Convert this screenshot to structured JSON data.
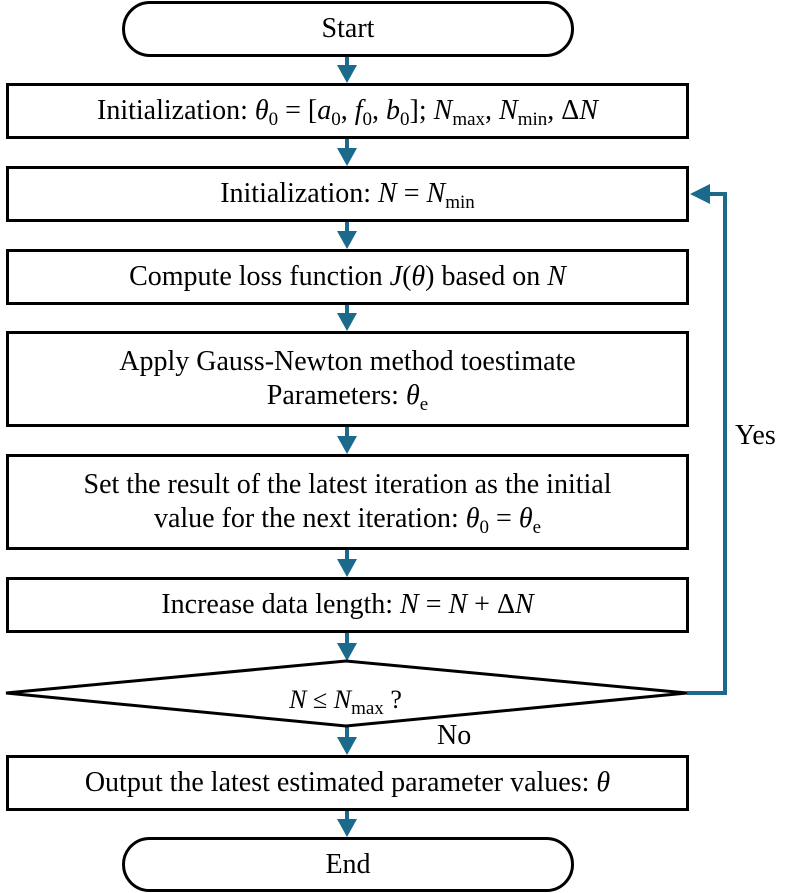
{
  "diagram": {
    "colors": {
      "arrow": "#1b6a8c",
      "border": "#000000"
    },
    "nodes": {
      "start": {
        "label": "Start"
      },
      "init_params": {
        "prefix": "Initialization: ",
        "theta": "θ",
        "theta_sub": "0",
        "eq": " = [",
        "a": "a",
        "a_sub": "0",
        "sep1": ", ",
        "f": "f",
        "f_sub": "0",
        "sep2": ", ",
        "b": "b",
        "b_sub": "0",
        "close": "]; ",
        "N1": "N",
        "N1_sub": "max",
        "sep3": ", ",
        "N2": "N",
        "N2_sub": "min",
        "sep4": ", ",
        "delta": "Δ",
        "N3": "N"
      },
      "init_n": {
        "prefix": "Initialization: ",
        "N": "N",
        "eq": " = ",
        "N2": "N",
        "N2_sub": "min"
      },
      "compute_loss": {
        "prefix": "Compute loss function ",
        "J": "J",
        "open": "(",
        "theta": "θ",
        "close": ") based on ",
        "N": "N"
      },
      "gauss_newton": {
        "line1": "Apply Gauss-Newton method toestimate",
        "line2_prefix": "Parameters: ",
        "theta": "θ",
        "theta_sub": "e"
      },
      "set_result": {
        "line1": "Set the result of the latest  iteration as the initial",
        "line2_prefix": "value for the next iteration: ",
        "theta": "θ",
        "theta_sub": "0",
        "eq": " = ",
        "theta2": "θ",
        "theta2_sub": "e"
      },
      "increase": {
        "prefix": "Increase data length: ",
        "N": "N",
        "eq": " = ",
        "N2": "N",
        "plus": " + Δ",
        "N3": "N"
      },
      "decision": {
        "N": "N",
        "op": " ≤ ",
        "N2": "N",
        "N2_sub": "max",
        "q": " ?"
      },
      "output": {
        "prefix": "Output the latest estimated parameter values: ",
        "theta": "θ"
      },
      "end": {
        "label": "End"
      }
    },
    "edge_labels": {
      "yes": "Yes",
      "no": "No"
    }
  }
}
